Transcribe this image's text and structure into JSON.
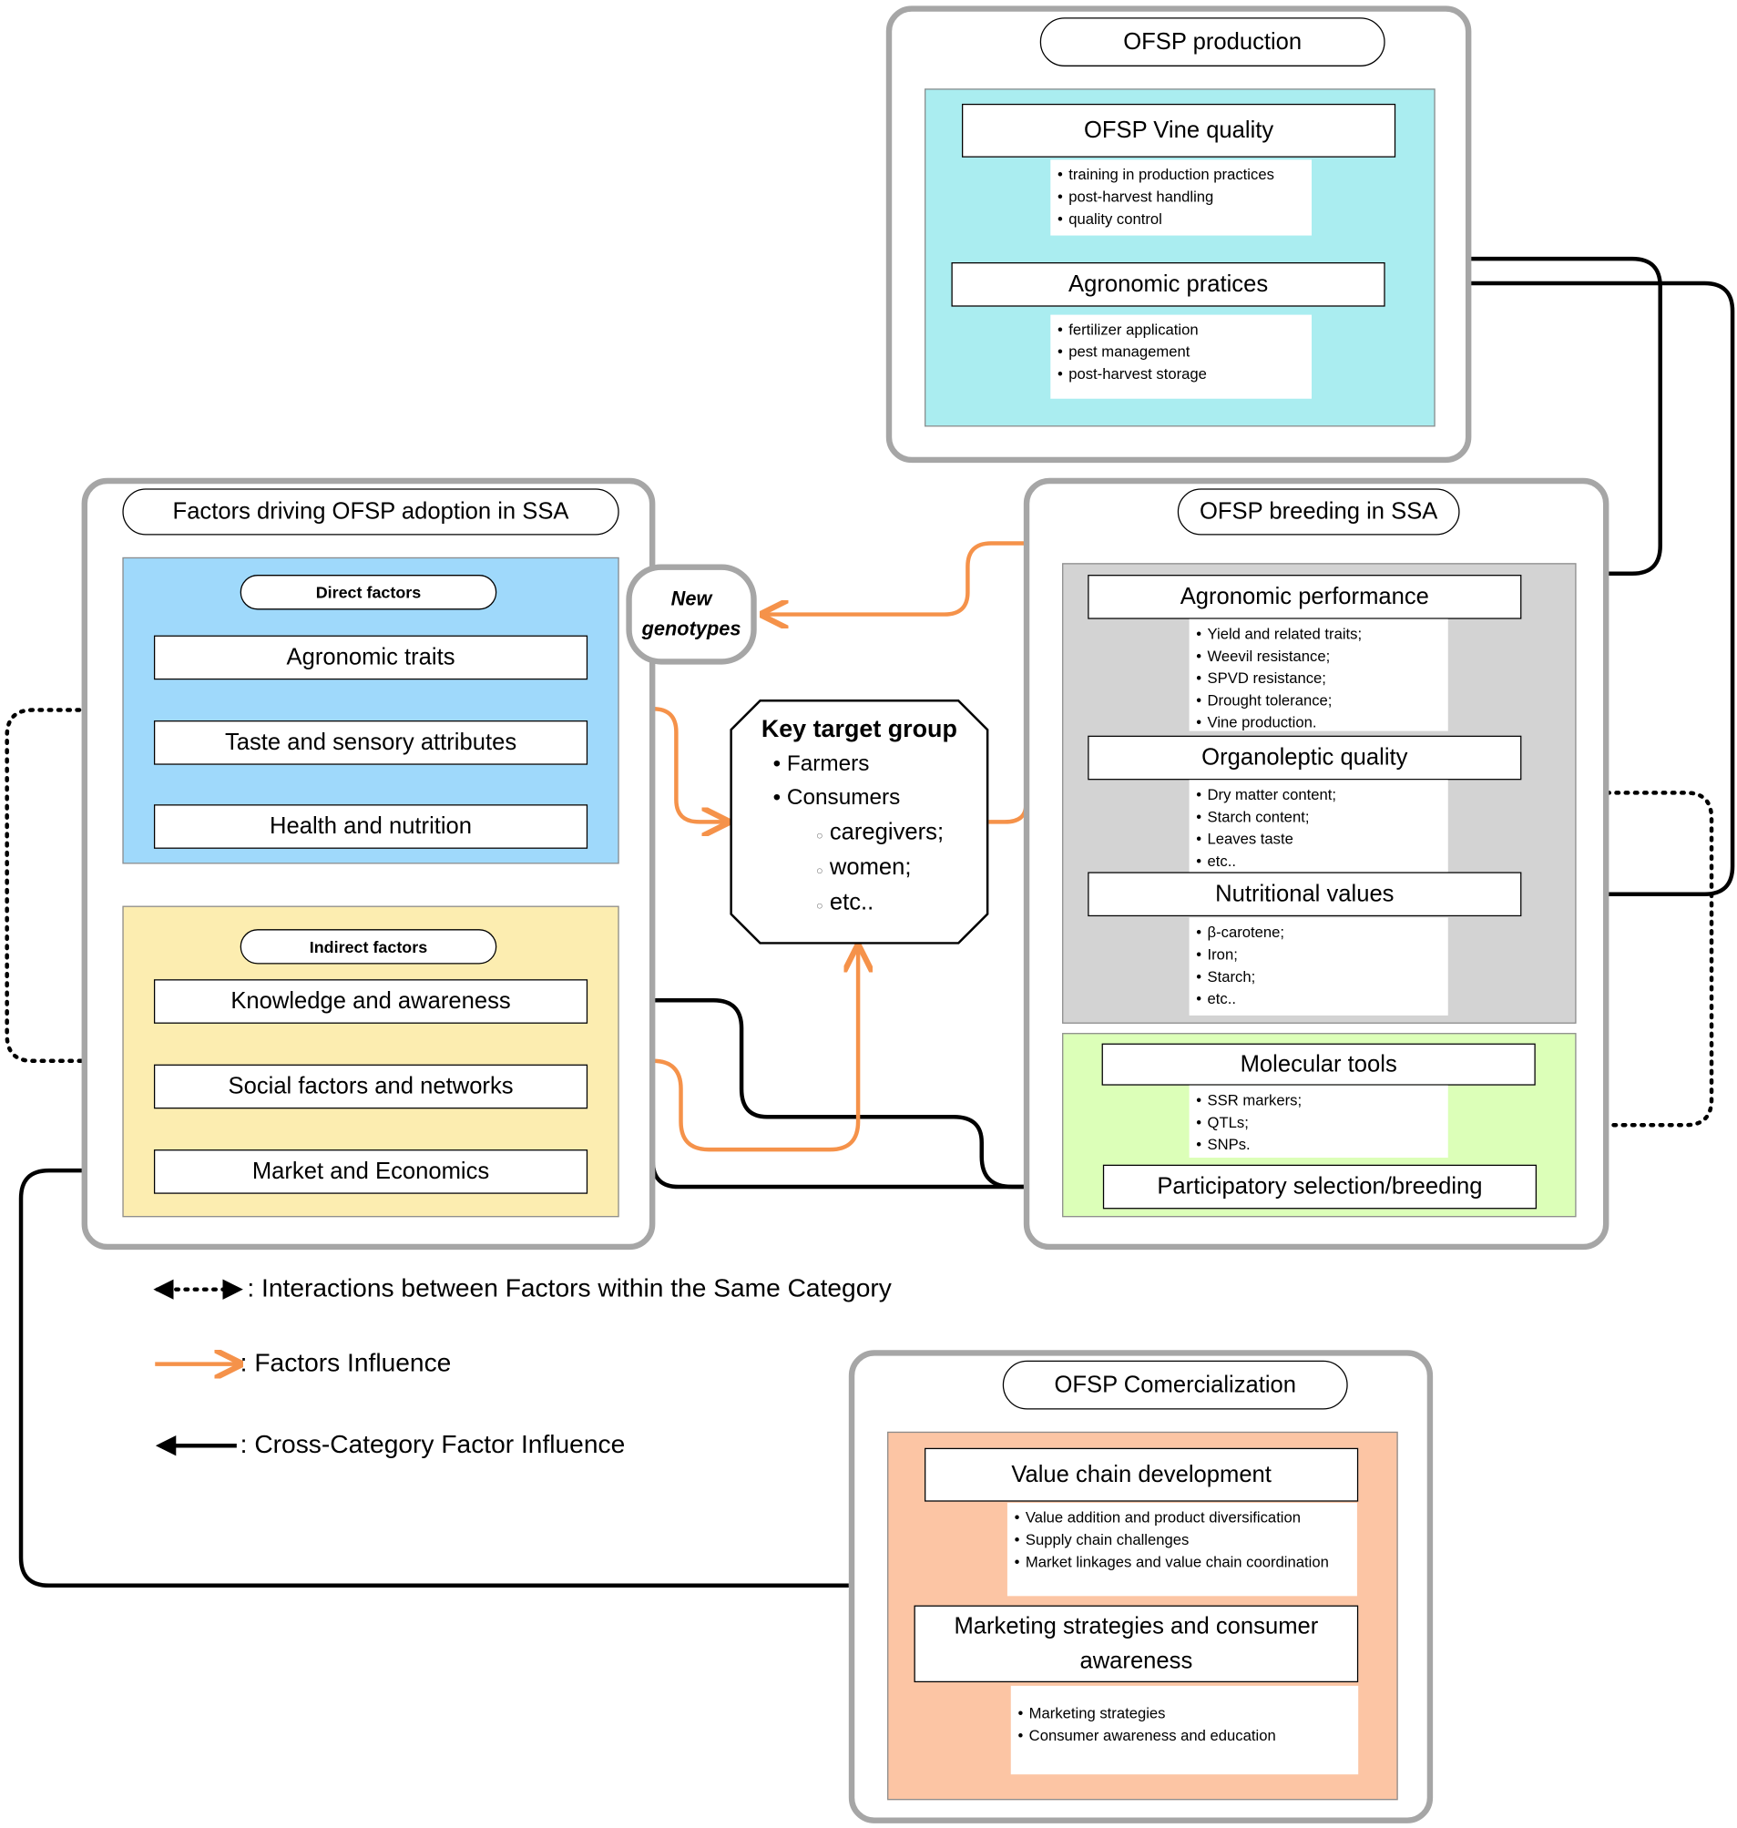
{
  "colors": {
    "group_border": "#a6a6a6",
    "production_panel": "#aaedf0",
    "direct_panel": "#9fd9fb",
    "indirect_panel": "#fcedb0",
    "breeding_panel": "#d3d3d3",
    "molecular_panel": "#dcffb8",
    "commercial_panel": "#fcc5a4",
    "factors_influence_arrow": "#f5924a",
    "cross_category_arrow": "#000000"
  },
  "production": {
    "title": "OFSP production",
    "vine_quality": "OFSP Vine quality",
    "vine_items": [
      "training in production practices",
      "post-harvest handling",
      "quality control"
    ],
    "agronomic_practices": "Agronomic pratices",
    "agronomic_items": [
      "fertilizer application",
      "pest management",
      "post-harvest storage"
    ]
  },
  "adoption": {
    "title": "Factors driving OFSP adoption in SSA",
    "direct_title": "Direct factors",
    "direct_items": [
      "Agronomic traits",
      "Taste and sensory attributes",
      "Health and nutrition"
    ],
    "indirect_title": "Indirect factors",
    "indirect_items": [
      "Knowledge and awareness",
      "Social factors and networks",
      "Market and Economics"
    ]
  },
  "new_genotypes": {
    "line1": "New",
    "line2": "genotypes"
  },
  "key_target": {
    "title": "Key target group",
    "items": [
      "Farmers",
      "Consumers"
    ],
    "subitems": [
      "caregivers;",
      "women;",
      "etc.."
    ]
  },
  "breeding": {
    "title": "OFSP breeding in SSA",
    "agronomic_performance": "Agronomic performance",
    "agronomic_items": [
      "Yield and related traits;",
      "Weevil resistance;",
      "SPVD resistance;",
      "Drought tolerance;",
      "Vine production."
    ],
    "organoleptic": "Organoleptic quality",
    "organoleptic_items": [
      "Dry matter content;",
      "Starch content;",
      "Leaves taste",
      "etc.."
    ],
    "nutritional": "Nutritional values",
    "nutritional_items": [
      "β-carotene;",
      "Iron;",
      "Starch;",
      "etc.."
    ],
    "molecular": "Molecular tools",
    "molecular_items": [
      "SSR markers;",
      "QTLs;",
      "SNPs."
    ],
    "participatory": "Participatory selection/breeding"
  },
  "legend": {
    "dotted": ": Interactions between Factors within the Same Category",
    "orange": ": Factors Influence",
    "black": ": Cross-Category Factor Influence"
  },
  "commercial": {
    "title": "OFSP Comercialization",
    "value_chain": "Value chain development",
    "value_items": [
      "Value addition and product diversification",
      "Supply chain challenges",
      "Market linkages and value chain coordination"
    ],
    "marketing": "Marketing strategies and consumer awareness",
    "marketing_items": [
      "Marketing strategies",
      "Consumer awareness and education"
    ]
  }
}
